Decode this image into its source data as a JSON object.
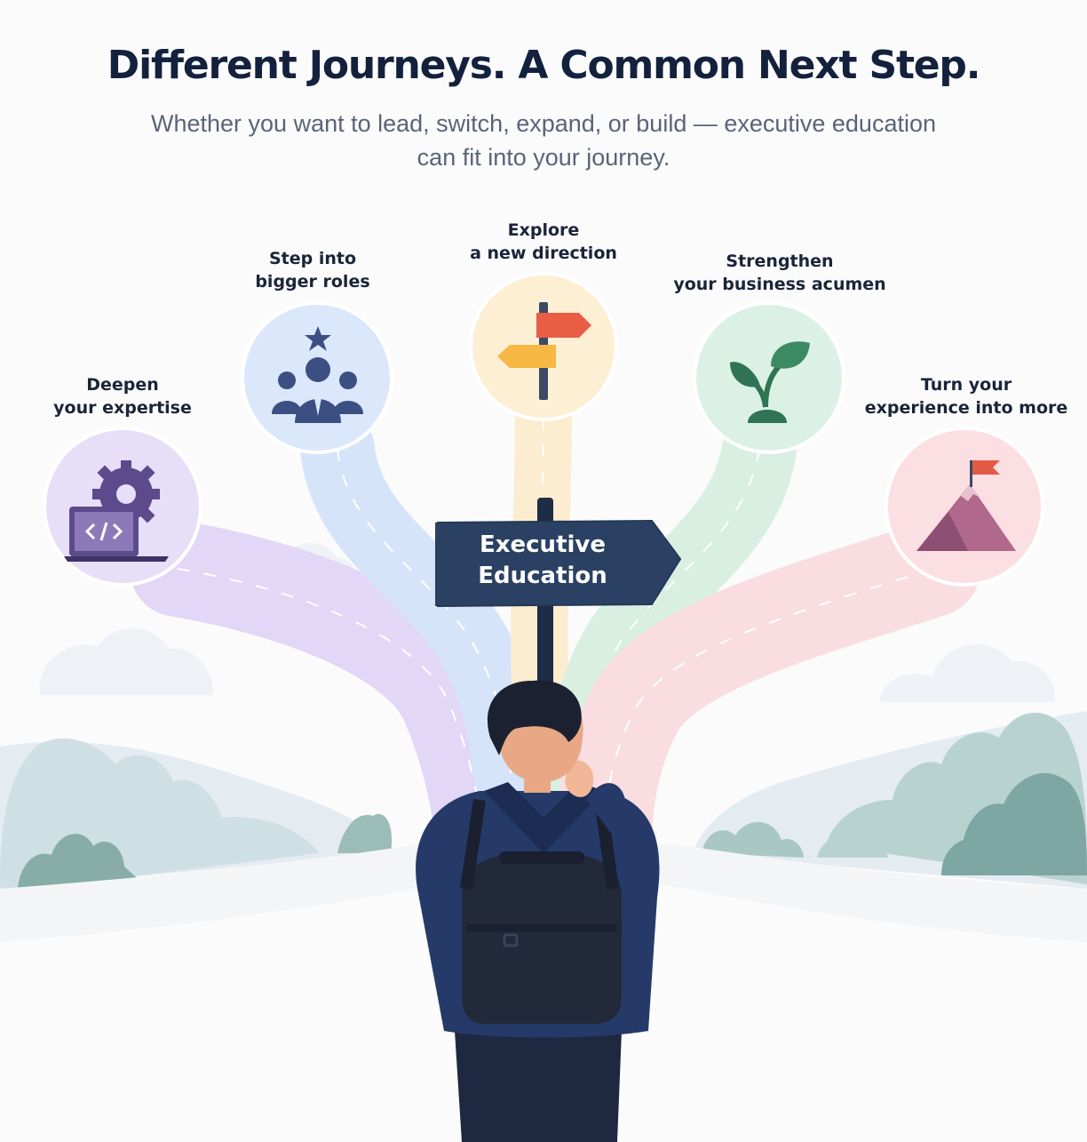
{
  "header": {
    "title": "Different Journeys. A Common Next Step.",
    "subtitle_line1": "Whether you want to lead, switch, expand, or build — executive education",
    "subtitle_line2": "can fit into your journey."
  },
  "paths": [
    {
      "line1": "Deepen",
      "line2": "your expertise",
      "icon": "laptop-code-gear-icon",
      "color": "#e7def8"
    },
    {
      "line1": "Step into",
      "line2": "bigger roles",
      "icon": "team-leader-star-icon",
      "color": "#dbe8fb"
    },
    {
      "line1": "Explore",
      "line2": "a new direction",
      "icon": "signpost-icon",
      "color": "#fdefd4"
    },
    {
      "line1": "Strengthen",
      "line2": "your business acumen",
      "icon": "plant-sprout-icon",
      "color": "#dcf1e6"
    },
    {
      "line1": "Turn your",
      "line2": "experience into more",
      "icon": "mountain-flag-icon",
      "color": "#fbdfe2"
    }
  ],
  "sign": {
    "line1": "Executive",
    "line2": "Education",
    "color": "#2b4163"
  }
}
